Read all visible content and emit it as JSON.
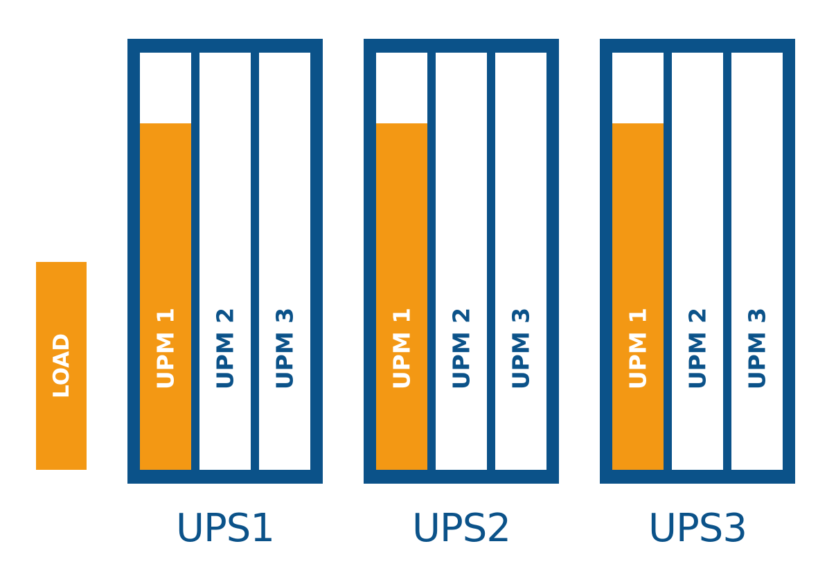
{
  "load": {
    "label": "LOAD"
  },
  "ups_units": [
    {
      "name": "UPS1",
      "modules": [
        {
          "label": "UPM 1",
          "active": true,
          "fill_fraction": 0.83
        },
        {
          "label": "UPM 2",
          "active": false,
          "fill_fraction": 0
        },
        {
          "label": "UPM 3",
          "active": false,
          "fill_fraction": 0
        }
      ]
    },
    {
      "name": "UPS2",
      "modules": [
        {
          "label": "UPM 1",
          "active": true,
          "fill_fraction": 0.83
        },
        {
          "label": "UPM 2",
          "active": false,
          "fill_fraction": 0
        },
        {
          "label": "UPM 3",
          "active": false,
          "fill_fraction": 0
        }
      ]
    },
    {
      "name": "UPS3",
      "modules": [
        {
          "label": "UPM 1",
          "active": true,
          "fill_fraction": 0.83
        },
        {
          "label": "UPM 2",
          "active": false,
          "fill_fraction": 0
        },
        {
          "label": "UPM 3",
          "active": false,
          "fill_fraction": 0
        }
      ]
    }
  ],
  "colors": {
    "frame": "#0B5289",
    "load": "#F39814",
    "module_background": "#FFFFFF"
  }
}
